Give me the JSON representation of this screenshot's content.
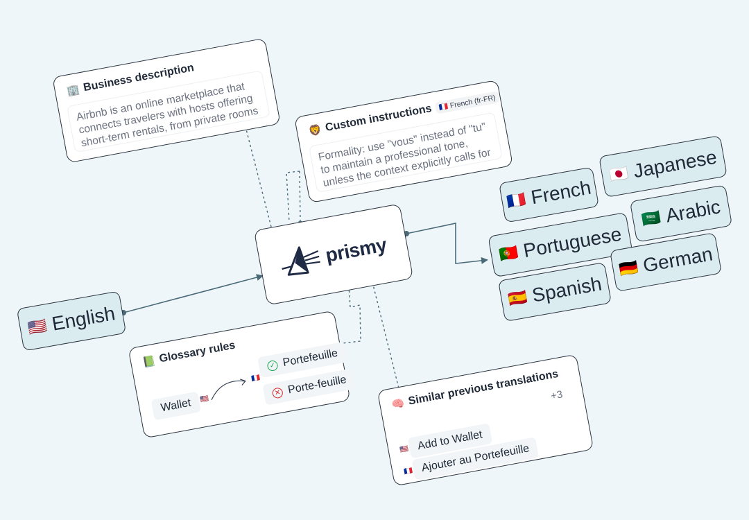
{
  "business": {
    "icon": "🏢",
    "title": "Business description",
    "text": "Airbnb is an online marketplace that connects travelers with hosts offering short-term rentals, from private rooms to entire homes."
  },
  "instructions": {
    "icon": "🦁",
    "title": "Custom instructions",
    "locale_flag": "🇫🇷",
    "locale": "French (fr-FR)",
    "text": "Formality: use \"vous\" instead of \"tu\" to maintain a professional tone, unless the context explicitly calls for an informal approach."
  },
  "brand": {
    "name": "prismy"
  },
  "source": {
    "flag": "🇺🇸",
    "label": "English"
  },
  "targets": [
    {
      "flag": "🇫🇷",
      "label": "French"
    },
    {
      "flag": "🇯🇵",
      "label": "Japanese"
    },
    {
      "flag": "🇵🇹",
      "label": "Portuguese"
    },
    {
      "flag": "🇸🇦",
      "label": "Arabic"
    },
    {
      "flag": "🇪🇸",
      "label": "Spanish"
    },
    {
      "flag": "🇩🇪",
      "label": "German"
    }
  ],
  "glossary": {
    "icon": "📗",
    "title": "Glossary rules",
    "source_term": "Wallet",
    "source_flag": "🇺🇸",
    "target_flag": "🇫🇷",
    "approved": "Portefeuille",
    "rejected": "Porte-feuille"
  },
  "similar": {
    "icon": "🧠",
    "title": "Similar previous translations",
    "more": "+3",
    "source_flag": "🇺🇸",
    "source_text": "Add to Wallet",
    "target_flag": "🇫🇷",
    "target_text": "Ajouter au Portefeuille"
  },
  "colors": {
    "connector": "#4b6a78",
    "pill_bg": "#dbecf1",
    "page_bg": "#eef6f9"
  }
}
